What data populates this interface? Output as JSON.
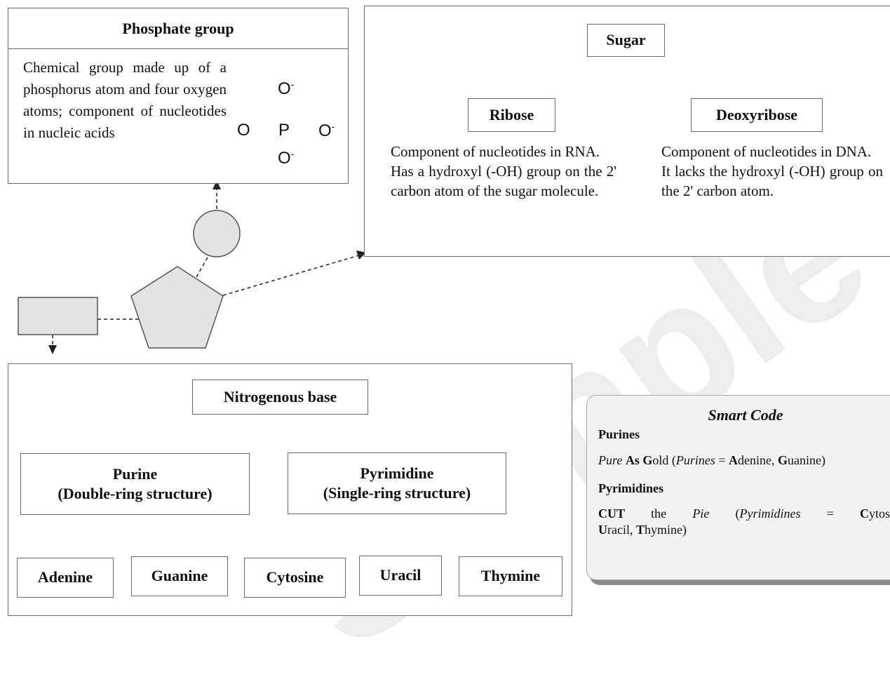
{
  "phosphate": {
    "title": "Phosphate group",
    "description": "Chemical group made up of a phosphorus atom and four oxygen atoms; component of nucleotides in nucleic acids",
    "structure": {
      "o_top": "O",
      "o_left": "O",
      "p": "P",
      "o_right": "O",
      "o_bottom": "O",
      "charge": "-"
    }
  },
  "sugar": {
    "title": "Sugar",
    "ribose": {
      "title": "Ribose",
      "lines": [
        "Component of nucleotides in RNA.",
        "Has a hydroxyl (-OH) group on the 2' carbon atom of the sugar molecule."
      ]
    },
    "deoxyribose": {
      "title": "Deoxyribose",
      "lines": [
        "Component of nucleotides in DNA.",
        "It lacks the hydroxyl (-OH) group on the 2' carbon atom."
      ]
    }
  },
  "base": {
    "title": "Nitrogenous base",
    "purine": {
      "title_1": "Purine",
      "title_2": "(Double-ring structure)",
      "children": [
        "Adenine",
        "Guanine"
      ]
    },
    "pyrimidine": {
      "title_1": "Pyrimidine",
      "title_2": "(Single-ring structure)",
      "children": [
        "Cytosine",
        "Uracil",
        "Thymine"
      ]
    }
  },
  "smart_code": {
    "title": "Smart Code",
    "purines_heading": "Purines",
    "purines_text": {
      "pure": "Pure",
      "as": "As",
      "g": "G",
      "old": "old (",
      "purines": "Purines",
      "eq": " = ",
      "a": "A",
      "denine": "denine, ",
      "g2": "G",
      "uanine": "uanine)"
    },
    "pyrimidines_heading": "Pyrimidines",
    "pyrimidines_text": {
      "cut": "CUT",
      "the": " the ",
      "pie": "Pie",
      "open": " (",
      "pyr": "Pyrimidines",
      "eq": " = ",
      "c": "C",
      "ytosin": "ytosin",
      "u": "U",
      "racil": "racil, ",
      "t": "T",
      "hymine": "hymine)"
    }
  },
  "watermark": "Sample Content"
}
